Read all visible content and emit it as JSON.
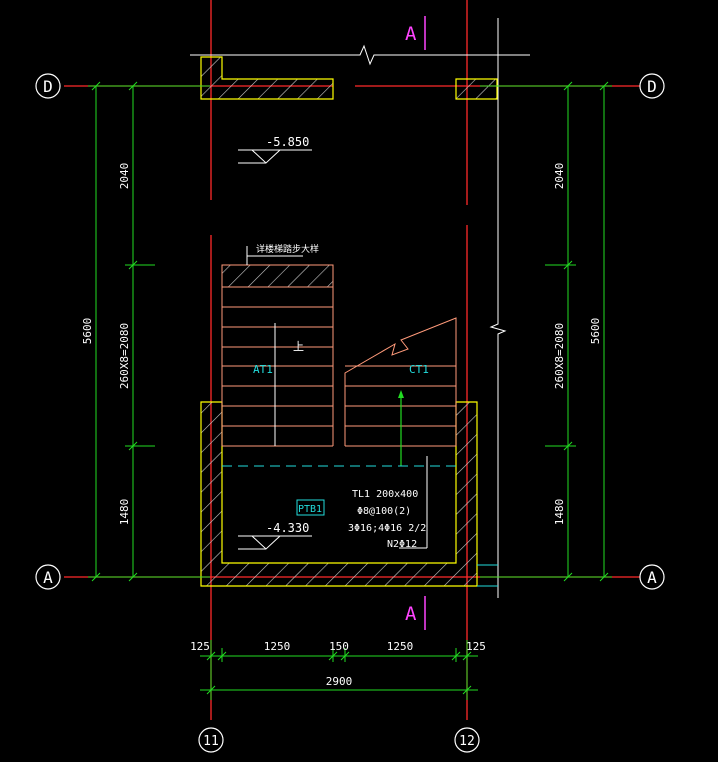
{
  "colors": {
    "background": "#000000",
    "axis_line": "#ff2a2a",
    "bubble": "#ffffff",
    "dimension": "#22dd22",
    "dim_text": "#ffffff",
    "wall": "#ffff00",
    "stair": "#ff9a7a",
    "label": "#22dddd",
    "annotation": "#ffffff",
    "section_mark": "#ff44ff"
  },
  "axes": {
    "D_left": "D",
    "D_right": "D",
    "A_left": "A",
    "A_right": "A",
    "col_11": "11",
    "col_12": "12"
  },
  "section": {
    "top": "A",
    "bottom": "A"
  },
  "elevations": {
    "upper": "-5.850",
    "lower": "-4.330"
  },
  "dims_left": {
    "total": "5600",
    "top": "2040",
    "middle": "260X8=2080",
    "bottom": "1480"
  },
  "dims_right": {
    "total": "5600",
    "top": "2040",
    "middle": "260X8=2080",
    "bottom": "1480"
  },
  "dims_bottom": {
    "d1": "125",
    "d2": "1250",
    "d3": "150",
    "d4": "1250",
    "d5": "125",
    "total": "2900"
  },
  "labels": {
    "stair_detail": "详楼梯踏步大样",
    "up": "上",
    "at1": "AT1",
    "ct1": "CT1",
    "ptb1": "PTB1",
    "tl1_size": "TL1 200x400",
    "tl1_stirrup": "Φ8@100(2)",
    "tl1_main": "3Φ16;4Φ16 2/2",
    "tl1_side": "N2Φ12"
  }
}
